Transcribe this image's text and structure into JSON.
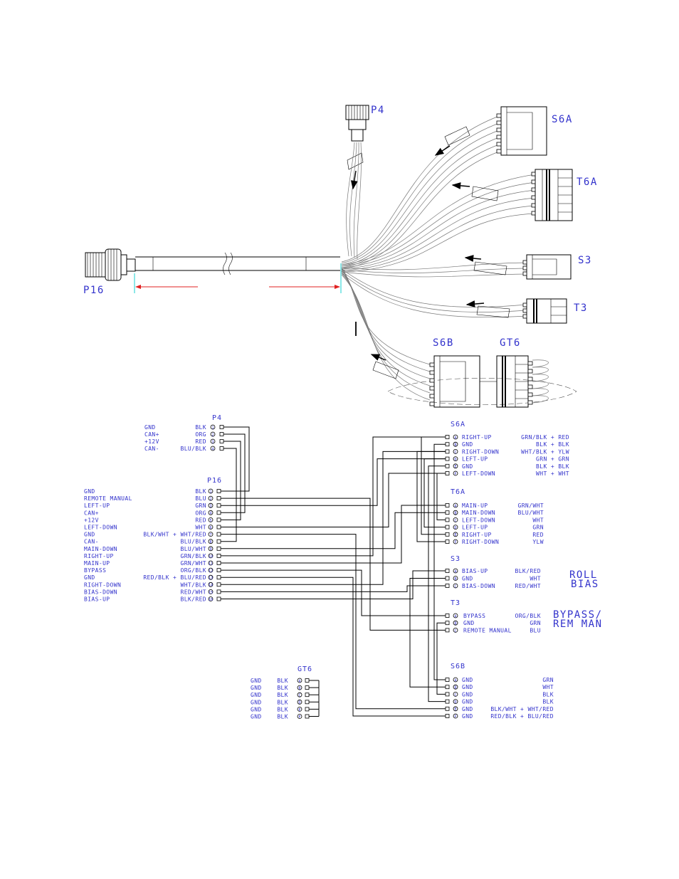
{
  "harness": {
    "connectors": [
      "P4",
      "S6A",
      "T6A",
      "S3",
      "T3",
      "S6B",
      "GT6",
      "P16"
    ]
  },
  "p4": {
    "title": "P4",
    "rows": [
      {
        "sig": "GND",
        "color": "BLK",
        "pin": "1"
      },
      {
        "sig": "CAN+",
        "color": "ORG",
        "pin": "2"
      },
      {
        "sig": "+12V",
        "color": "RED",
        "pin": "3"
      },
      {
        "sig": "CAN-",
        "color": "BLU/BLK",
        "pin": "4"
      }
    ]
  },
  "p16": {
    "title": "P16",
    "rows": [
      {
        "sig": "GND",
        "color": "BLK",
        "pin": "1"
      },
      {
        "sig": "REMOTE MANUAL",
        "color": "BLU",
        "pin": "2"
      },
      {
        "sig": "LEFT-UP",
        "color": "GRN",
        "pin": "3"
      },
      {
        "sig": "CAN+",
        "color": "ORG",
        "pin": "4"
      },
      {
        "sig": "+12V",
        "color": "RED",
        "pin": "5"
      },
      {
        "sig": "LEFT-DOWN",
        "color": "WHT",
        "pin": "6"
      },
      {
        "sig": "GND",
        "color": "BLK/WHT + WHT/RED",
        "pin": "7"
      },
      {
        "sig": "CAN-",
        "color": "BLU/BLK",
        "pin": "8"
      },
      {
        "sig": "MAIN-DOWN",
        "color": "BLU/WHT",
        "pin": "9"
      },
      {
        "sig": "RIGHT-UP",
        "color": "GRN/BLK",
        "pin": "10"
      },
      {
        "sig": "MAIN-UP",
        "color": "GRN/WHT",
        "pin": "11"
      },
      {
        "sig": "BYPASS",
        "color": "ORG/BLK",
        "pin": "12"
      },
      {
        "sig": "GND",
        "color": "RED/BLK + BLU/RED",
        "pin": "13"
      },
      {
        "sig": "RIGHT-DOWN",
        "color": "WHT/BLK",
        "pin": "14"
      },
      {
        "sig": "BIAS-DOWN",
        "color": "RED/WHT",
        "pin": "15"
      },
      {
        "sig": "BIAS-UP",
        "color": "BLK/RED",
        "pin": "16"
      }
    ]
  },
  "s6a": {
    "title": "S6A",
    "rows": [
      {
        "pin": "A",
        "sig": "RIGHT-UP",
        "color": "GRN/BLK + RED"
      },
      {
        "pin": "B",
        "sig": "GND",
        "color": "BLK + BLK"
      },
      {
        "pin": "C",
        "sig": "RIGHT-DOWN",
        "color": "WHT/BLK + YLW"
      },
      {
        "pin": "D",
        "sig": "LEFT-UP",
        "color": "GRN + GRN"
      },
      {
        "pin": "E",
        "sig": "GND",
        "color": "BLK + BLK"
      },
      {
        "pin": "F",
        "sig": "LEFT-DOWN",
        "color": "WHT + WHT"
      }
    ]
  },
  "t6a": {
    "title": "T6A",
    "rows": [
      {
        "pin": "A",
        "sig": "MAIN-UP",
        "color": "GRN/WHT"
      },
      {
        "pin": "B",
        "sig": "MAIN-DOWN",
        "color": "BLU/WHT"
      },
      {
        "pin": "C",
        "sig": "LEFT-DOWN",
        "color": "WHT"
      },
      {
        "pin": "D",
        "sig": "LEFT-UP",
        "color": "GRN"
      },
      {
        "pin": "E",
        "sig": "RIGHT-UP",
        "color": "RED"
      },
      {
        "pin": "F",
        "sig": "RIGHT-DOWN",
        "color": "YLW"
      }
    ]
  },
  "s3": {
    "title": "S3",
    "note": [
      "ROLL",
      "BIAS"
    ],
    "rows": [
      {
        "pin": "A",
        "sig": "BIAS-UP",
        "color": "BLK/RED"
      },
      {
        "pin": "B",
        "sig": "GND",
        "color": "WHT"
      },
      {
        "pin": "C",
        "sig": "BIAS-DOWN",
        "color": "RED/WHT"
      }
    ]
  },
  "t3": {
    "title": "T3",
    "note": [
      "BYPASS/",
      "REM MAN"
    ],
    "rows": [
      {
        "pin": "A",
        "sig": "BYPASS",
        "color": "ORG/BLK"
      },
      {
        "pin": "B",
        "sig": "GND",
        "color": "GRN"
      },
      {
        "pin": "C",
        "sig": "REMOTE MANUAL",
        "color": "BLU"
      }
    ]
  },
  "s6b": {
    "title": "S6B",
    "rows": [
      {
        "pin": "A",
        "sig": "GND",
        "color": "GRN"
      },
      {
        "pin": "B",
        "sig": "GND",
        "color": "WHT"
      },
      {
        "pin": "C",
        "sig": "GND",
        "color": "BLK"
      },
      {
        "pin": "D",
        "sig": "GND",
        "color": "BLK"
      },
      {
        "pin": "E",
        "sig": "GND",
        "color": "BLK/WHT + WHT/RED"
      },
      {
        "pin": "F",
        "sig": "GND",
        "color": "RED/BLK + BLU/RED"
      }
    ]
  },
  "gt6": {
    "title": "GT6",
    "rows": [
      {
        "sig": "GND",
        "color": "BLK",
        "pin": "A"
      },
      {
        "sig": "GND",
        "color": "BLK",
        "pin": "B"
      },
      {
        "sig": "GND",
        "color": "BLK",
        "pin": "C"
      },
      {
        "sig": "GND",
        "color": "BLK",
        "pin": "D"
      },
      {
        "sig": "GND",
        "color": "BLK",
        "pin": "E"
      },
      {
        "sig": "GND",
        "color": "BLK",
        "pin": "F"
      }
    ]
  },
  "colors": {
    "label": "#3333cc",
    "line": "#000000",
    "dimension": "#e02020",
    "extension": "#00cccc"
  }
}
